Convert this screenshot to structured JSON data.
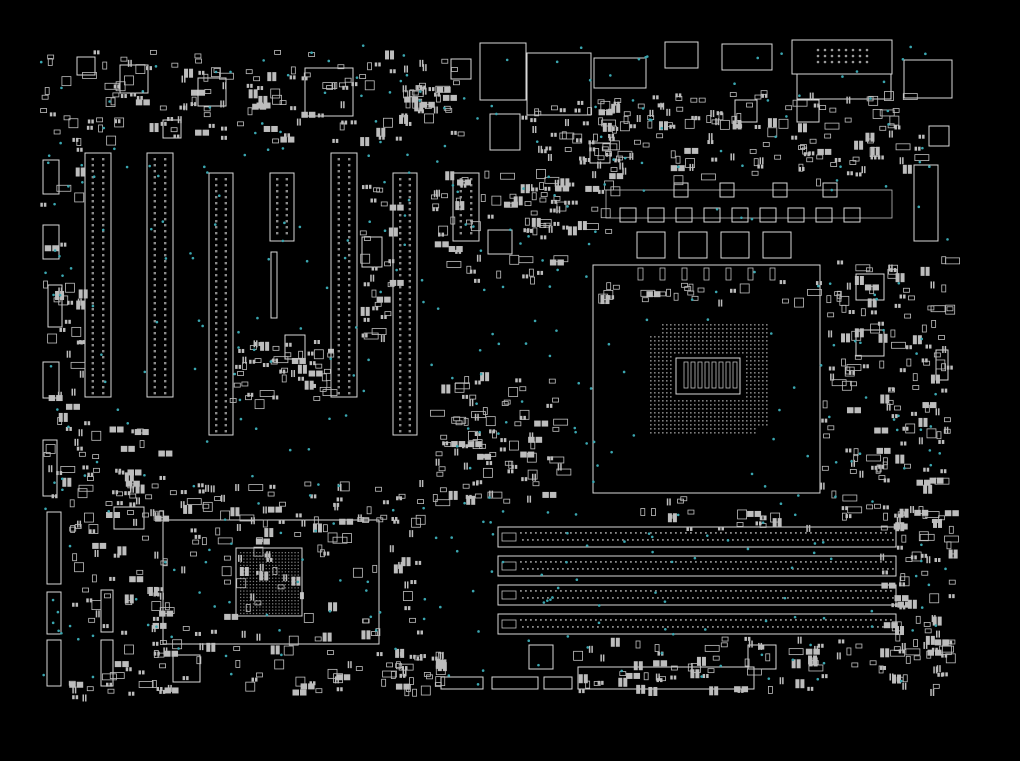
{
  "view": {
    "title": "",
    "background": "#000000",
    "outline_color": "#d9d9d9",
    "via_color": "#3aa6b0"
  },
  "components": [
    {
      "name": "pcie-slot",
      "count": 6
    },
    {
      "name": "ram-slot",
      "count": 4
    },
    {
      "name": "cpu-socket",
      "count": 1
    },
    {
      "name": "chipset-bga",
      "count": 1
    },
    {
      "name": "io-connector",
      "count": 7
    }
  ]
}
